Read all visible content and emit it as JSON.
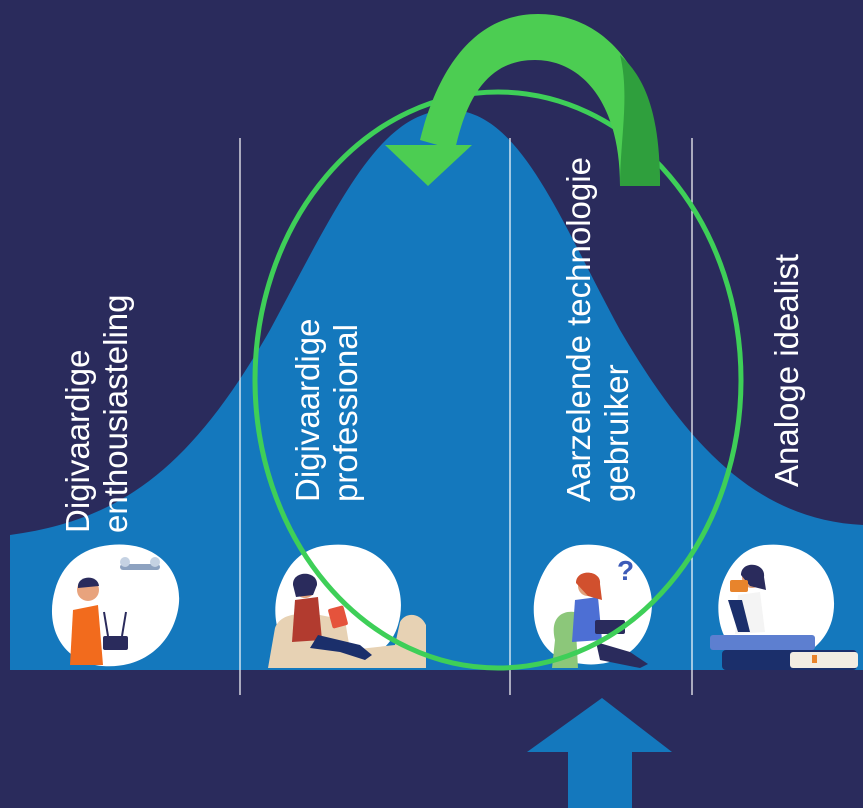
{
  "colors": {
    "background": "#2a2b5c",
    "curve_fill": "#1478bd",
    "divider": "#ffffff",
    "circle_stroke": "#3ecf58",
    "green_arrow": "#4ccd52",
    "green_arrow_dark": "#2f9f3d",
    "blue_arrow": "#1478bd"
  },
  "segments": [
    {
      "id": "enthusiast",
      "line1": "Digivaardige",
      "line2": "enthousiasteling",
      "illustration": "person-flying-drone-icon"
    },
    {
      "id": "professional",
      "line1": "Digivaardige",
      "line2": "professional",
      "illustration": "person-on-sofa-with-tablet-icon"
    },
    {
      "id": "hesitant",
      "line1": "Aarzelende technologie",
      "line2": "gebruiker",
      "illustration": "person-with-laptop-question-icon"
    },
    {
      "id": "analog",
      "line1": "Analoge idealist",
      "line2": "",
      "illustration": "person-reading-on-books-icon"
    }
  ]
}
